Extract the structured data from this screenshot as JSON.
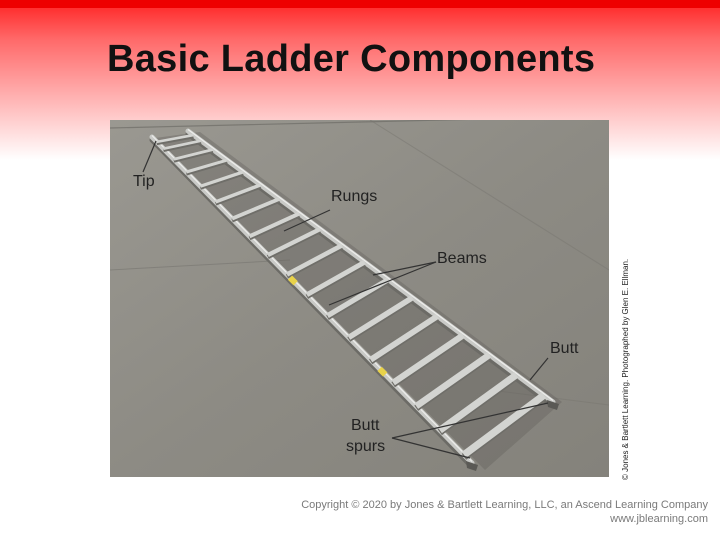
{
  "slide": {
    "title": "Basic Ladder Components"
  },
  "photo": {
    "subject": "extension-ladder-photo",
    "labels": {
      "tip": "Tip",
      "rungs": "Rungs",
      "beams": "Beams",
      "butt": "Butt",
      "butt_spurs_line1": "Butt",
      "butt_spurs_line2": "spurs"
    },
    "credit": "© Jones & Bartlett Learning. Photographed by Glen E. Ellman."
  },
  "footer": {
    "copyright_line1": "Copyright © 2020 by Jones & Bartlett Learning, LLC, an Ascend Learning Company",
    "copyright_line2": "www.jblearning.com"
  },
  "colors": {
    "accent_red": "#ee0000",
    "asphalt": "#8e8c86",
    "ladder_metal": "#c9cac7"
  }
}
